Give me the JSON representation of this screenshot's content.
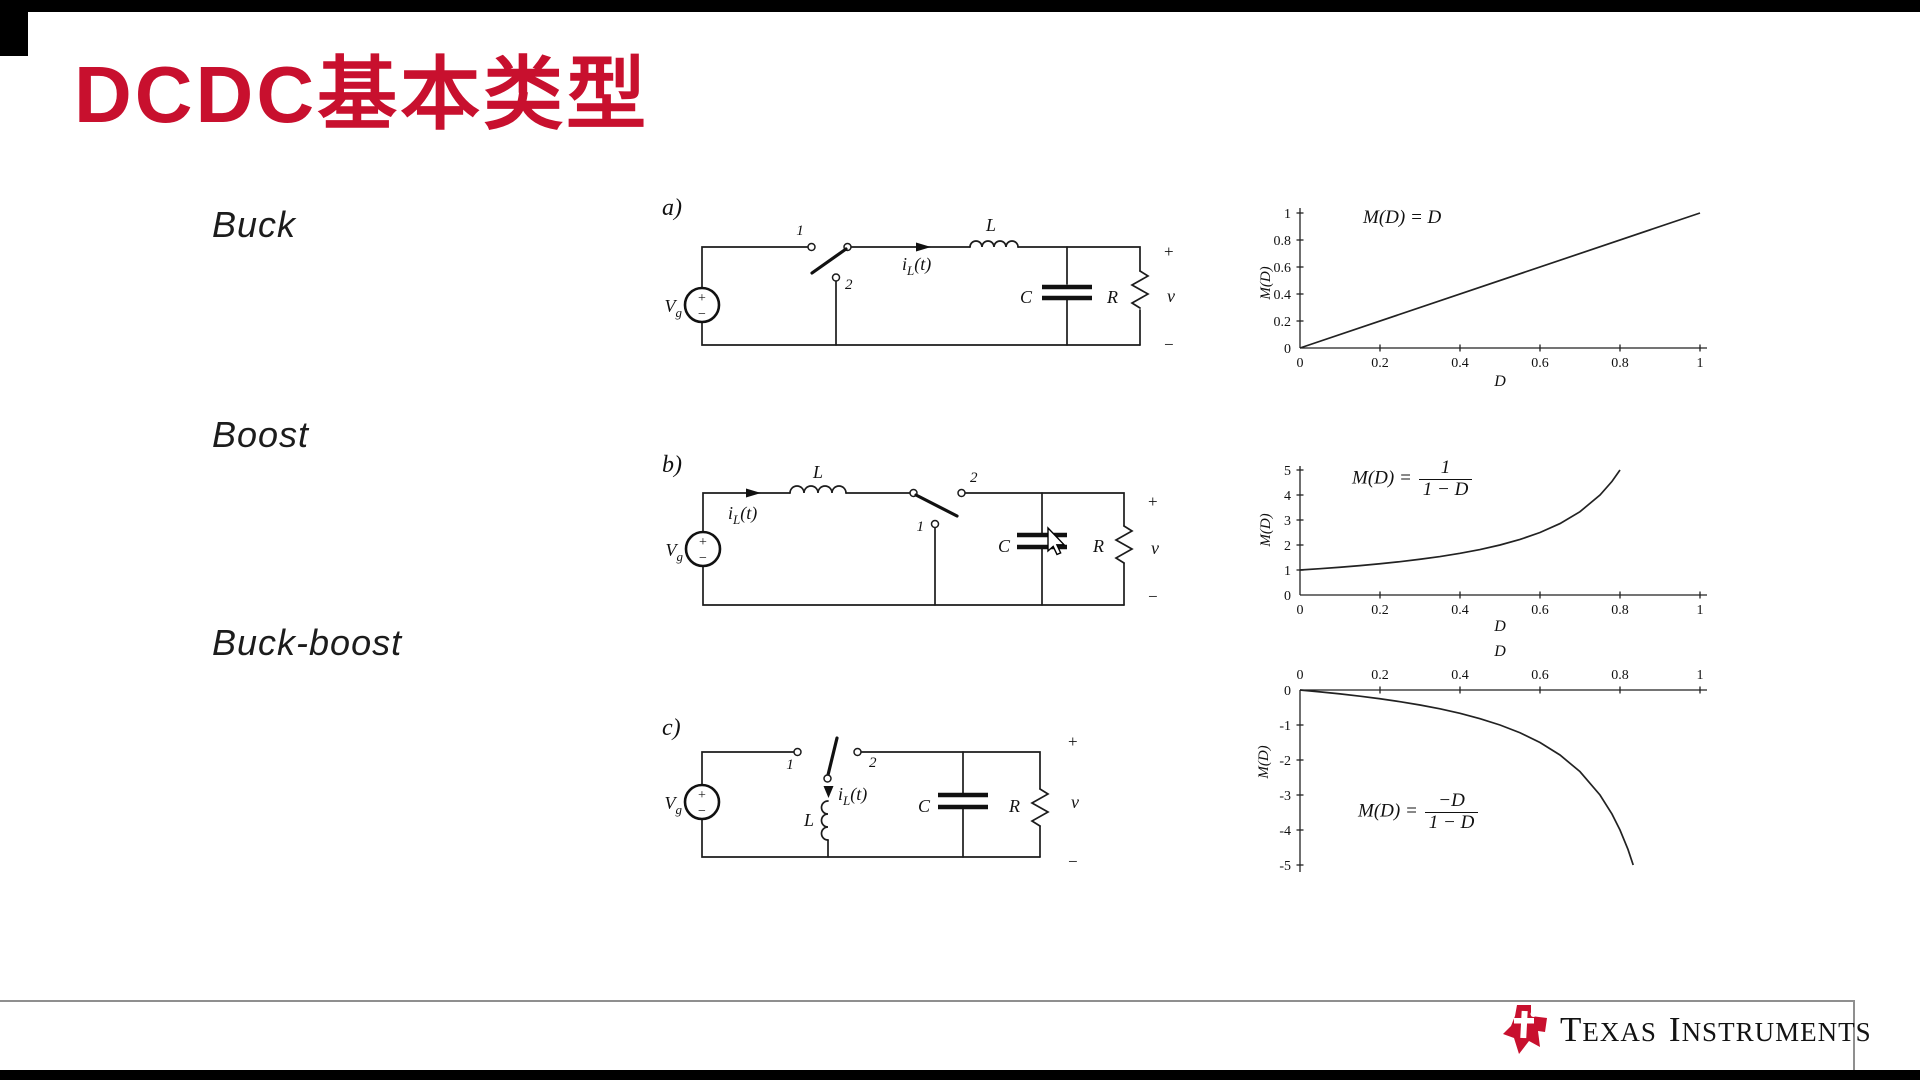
{
  "slide": {
    "title": "DCDC基本类型"
  },
  "colors": {
    "title_red": "#c8102e",
    "logo_red": "#c8102e",
    "ink": "#1c1c1c"
  },
  "rows": [
    {
      "label": "Buck"
    },
    {
      "label": "Boost"
    },
    {
      "label": "Buck-boost"
    }
  ],
  "circuits": {
    "buck": {
      "fig_label": "a)",
      "source_sym": "V",
      "source_sub": "g",
      "source_plus": "+",
      "source_minus": "−",
      "sw1": "1",
      "sw2": "2",
      "cur_sym": "i",
      "cur_sub": "L",
      "cur_arg": "(t)",
      "inductor": "L",
      "capacitor": "C",
      "resistor": "R",
      "out_plus": "+",
      "out_v": "v",
      "out_minus": "−"
    },
    "boost": {
      "fig_label": "b)",
      "source_sym": "V",
      "source_sub": "g",
      "source_plus": "+",
      "source_minus": "−",
      "sw1": "1",
      "sw2": "2",
      "cur_sym": "i",
      "cur_sub": "L",
      "cur_arg": "(t)",
      "inductor": "L",
      "capacitor": "C",
      "resistor": "R",
      "out_plus": "+",
      "out_v": "v",
      "out_minus": "−"
    },
    "buckboost": {
      "fig_label": "c)",
      "source_sym": "V",
      "source_sub": "g",
      "source_plus": "+",
      "source_minus": "−",
      "sw1": "1",
      "sw2": "2",
      "cur_sym": "i",
      "cur_sub": "L",
      "cur_arg": "(t)",
      "inductor": "L",
      "capacitor": "C",
      "resistor": "R",
      "out_plus": "+",
      "out_v": "v",
      "out_minus": "−"
    }
  },
  "chart_data": [
    {
      "type": "line",
      "name": "buck-voltage-gain",
      "formula_text": "M(D) = D",
      "xlabel": "D",
      "ylabel": "M(D)",
      "xlim": [
        0,
        1
      ],
      "ylim": [
        0,
        1
      ],
      "grid": false,
      "xticks": [
        0,
        0.2,
        0.4,
        0.6,
        0.8,
        1
      ],
      "xtick_labels": [
        "0",
        "0.2",
        "0.4",
        "0.6",
        "0.8",
        "1"
      ],
      "yticks": [
        0,
        0.2,
        0.4,
        0.6,
        0.8,
        1
      ],
      "ytick_labels": [
        "0",
        "0.2",
        "0.4",
        "0.6",
        "0.8",
        "1"
      ],
      "points": [
        [
          0,
          0
        ],
        [
          1,
          1
        ]
      ]
    },
    {
      "type": "line",
      "name": "boost-voltage-gain",
      "formula": {
        "lhs": "M(D) =",
        "numerator": "1",
        "denominator": "1 − D"
      },
      "xlabel": "D",
      "ylabel": "M(D)",
      "xlim": [
        0,
        1
      ],
      "ylim": [
        0,
        5
      ],
      "grid": false,
      "xticks": [
        0,
        0.2,
        0.4,
        0.6,
        0.8,
        1
      ],
      "xtick_labels": [
        "0",
        "0.2",
        "0.4",
        "0.6",
        "0.8",
        "1"
      ],
      "yticks": [
        0,
        1,
        2,
        3,
        4,
        5
      ],
      "ytick_labels": [
        "0",
        "1",
        "2",
        "3",
        "4",
        "5"
      ],
      "points": [
        [
          0,
          1
        ],
        [
          0.05,
          1.053
        ],
        [
          0.1,
          1.111
        ],
        [
          0.15,
          1.176
        ],
        [
          0.2,
          1.25
        ],
        [
          0.25,
          1.333
        ],
        [
          0.3,
          1.429
        ],
        [
          0.35,
          1.538
        ],
        [
          0.4,
          1.667
        ],
        [
          0.45,
          1.818
        ],
        [
          0.5,
          2.0
        ],
        [
          0.55,
          2.222
        ],
        [
          0.6,
          2.5
        ],
        [
          0.65,
          2.857
        ],
        [
          0.7,
          3.333
        ],
        [
          0.75,
          4.0
        ],
        [
          0.78,
          4.545
        ],
        [
          0.8,
          5.0
        ]
      ]
    },
    {
      "type": "line",
      "name": "buckboost-voltage-gain",
      "formula": {
        "lhs": "M(D) =",
        "numerator": "−D",
        "denominator": "1 − D"
      },
      "xlabel": "D",
      "ylabel": "M(D)",
      "xlim": [
        0,
        1
      ],
      "ylim": [
        -5,
        0
      ],
      "grid": false,
      "x_axis_position": "top",
      "xticks": [
        0,
        0.2,
        0.4,
        0.6,
        0.8,
        1
      ],
      "xtick_labels": [
        "0",
        "0.2",
        "0.4",
        "0.6",
        "0.8",
        "1"
      ],
      "yticks": [
        0,
        -1,
        -2,
        -3,
        -4,
        -5
      ],
      "ytick_labels": [
        "0",
        "-1",
        "-2",
        "-3",
        "-4",
        "-5"
      ],
      "points": [
        [
          0,
          0
        ],
        [
          0.05,
          -0.053
        ],
        [
          0.1,
          -0.111
        ],
        [
          0.15,
          -0.176
        ],
        [
          0.2,
          -0.25
        ],
        [
          0.25,
          -0.333
        ],
        [
          0.3,
          -0.429
        ],
        [
          0.35,
          -0.538
        ],
        [
          0.4,
          -0.667
        ],
        [
          0.45,
          -0.818
        ],
        [
          0.5,
          -1.0
        ],
        [
          0.55,
          -1.222
        ],
        [
          0.6,
          -1.5
        ],
        [
          0.65,
          -1.857
        ],
        [
          0.7,
          -2.333
        ],
        [
          0.75,
          -3.0
        ],
        [
          0.78,
          -3.545
        ],
        [
          0.8,
          -4.0
        ],
        [
          0.82,
          -4.556
        ],
        [
          0.833,
          -5.0
        ]
      ]
    }
  ],
  "footer": {
    "brand": {
      "w1a": "T",
      "w1b": "EXAS",
      "w2a": "I",
      "w2b": "NSTRUMENTS"
    }
  }
}
